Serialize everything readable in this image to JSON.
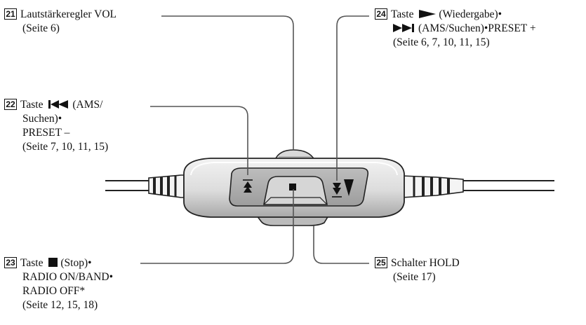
{
  "callouts": [
    {
      "id": "21",
      "lines": [
        "Lautstärkeregler VOL",
        "(Seite 6)"
      ]
    },
    {
      "id": "22",
      "lines": [
        "Taste",
        "(AMS/",
        "Suchen)•",
        "PRESET –",
        "(Seite 7, 10, 11, 15)"
      ],
      "symbol": "prev-track"
    },
    {
      "id": "23",
      "lines": [
        "Taste",
        "(Stop)•",
        "RADIO ON/BAND•",
        "RADIO OFF*",
        "(Seite 12, 15, 18)"
      ],
      "symbol": "stop"
    },
    {
      "id": "24",
      "lines": [
        "Taste",
        "(Wiedergabe)•",
        "(AMS/Suchen)•PRESET +",
        "(Seite 6, 7, 10, 11, 15)"
      ],
      "symbol": "play"
    },
    {
      "id": "25",
      "lines": [
        "Schalter HOLD",
        "(Seite 17)"
      ]
    }
  ],
  "colors": {
    "line": "#555555",
    "body_light": "#e6e6e6",
    "body_mid": "#c8c8c8",
    "body_dark": "#9a9a9a",
    "text": "#111111"
  }
}
